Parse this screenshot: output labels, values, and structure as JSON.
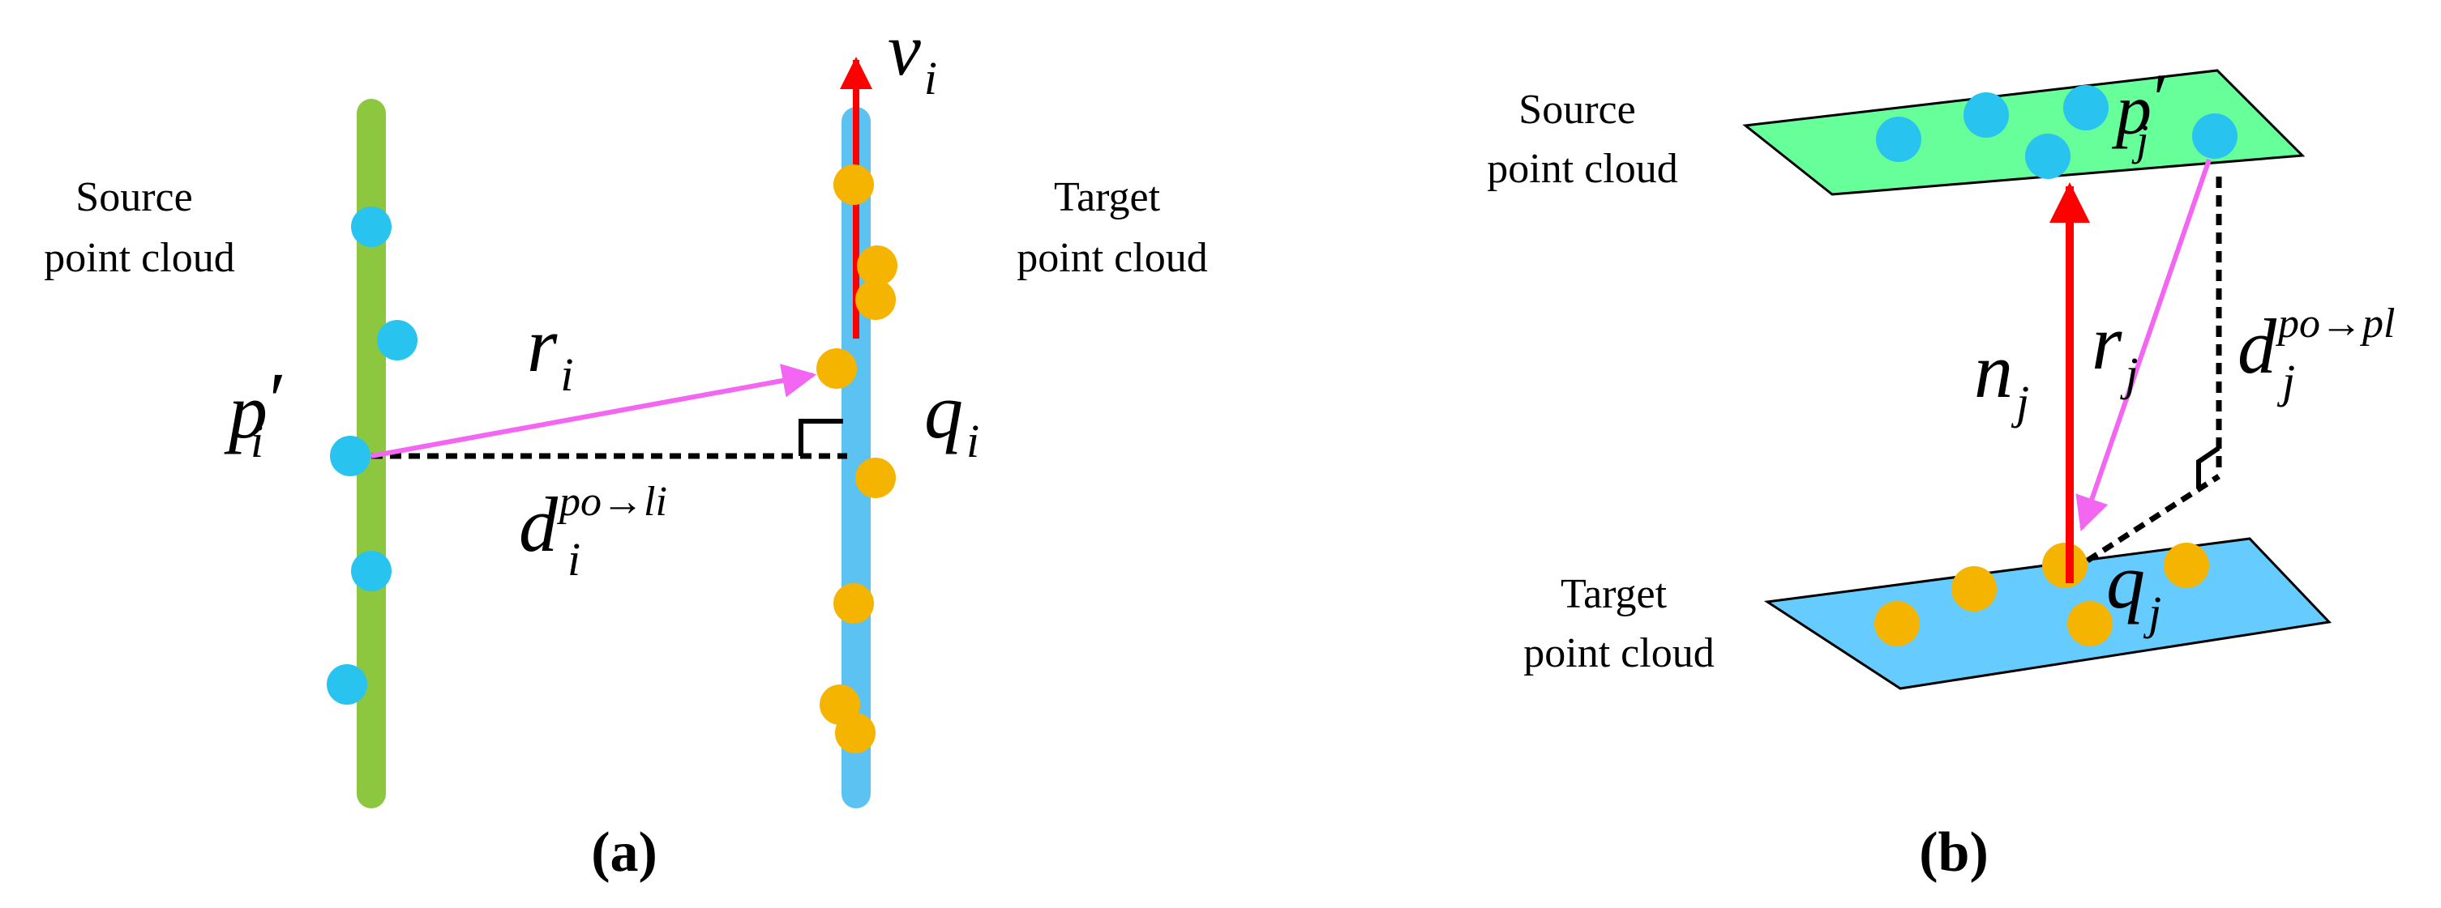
{
  "colors": {
    "source_line": "#8dc63f",
    "target_line": "#5bc2f2",
    "source_point": "#29c3f0",
    "target_point": "#f5b400",
    "normal_arrow": "#ff0000",
    "residual_arrow": "#f266f2",
    "source_plane": "#66ff99",
    "target_plane": "#66ccff",
    "dashed": "#000000"
  },
  "panel_a": {
    "caption": "(a)",
    "source_label": [
      "Source",
      "point cloud"
    ],
    "target_label": [
      "Target",
      "point cloud"
    ],
    "math": {
      "v": {
        "base": "v",
        "sub": "i"
      },
      "p": {
        "base": "p",
        "prime": "′",
        "sub": "i"
      },
      "r": {
        "base": "r",
        "sub": "i"
      },
      "q": {
        "base": "q",
        "sub": "i"
      },
      "d": {
        "base": "d",
        "sub": "i",
        "sup": "po→li"
      }
    }
  },
  "panel_b": {
    "caption": "(b)",
    "source_label": [
      "Source",
      "point cloud"
    ],
    "target_label": [
      "Target",
      "point cloud"
    ],
    "math": {
      "p": {
        "base": "p",
        "prime": "′",
        "sub": "j"
      },
      "n": {
        "base": "n",
        "sub": "j"
      },
      "r": {
        "base": "r",
        "sub": "j"
      },
      "q": {
        "base": "q",
        "sub": "j"
      },
      "d": {
        "base": "d",
        "sub": "j",
        "sup": "po→pl"
      }
    }
  }
}
